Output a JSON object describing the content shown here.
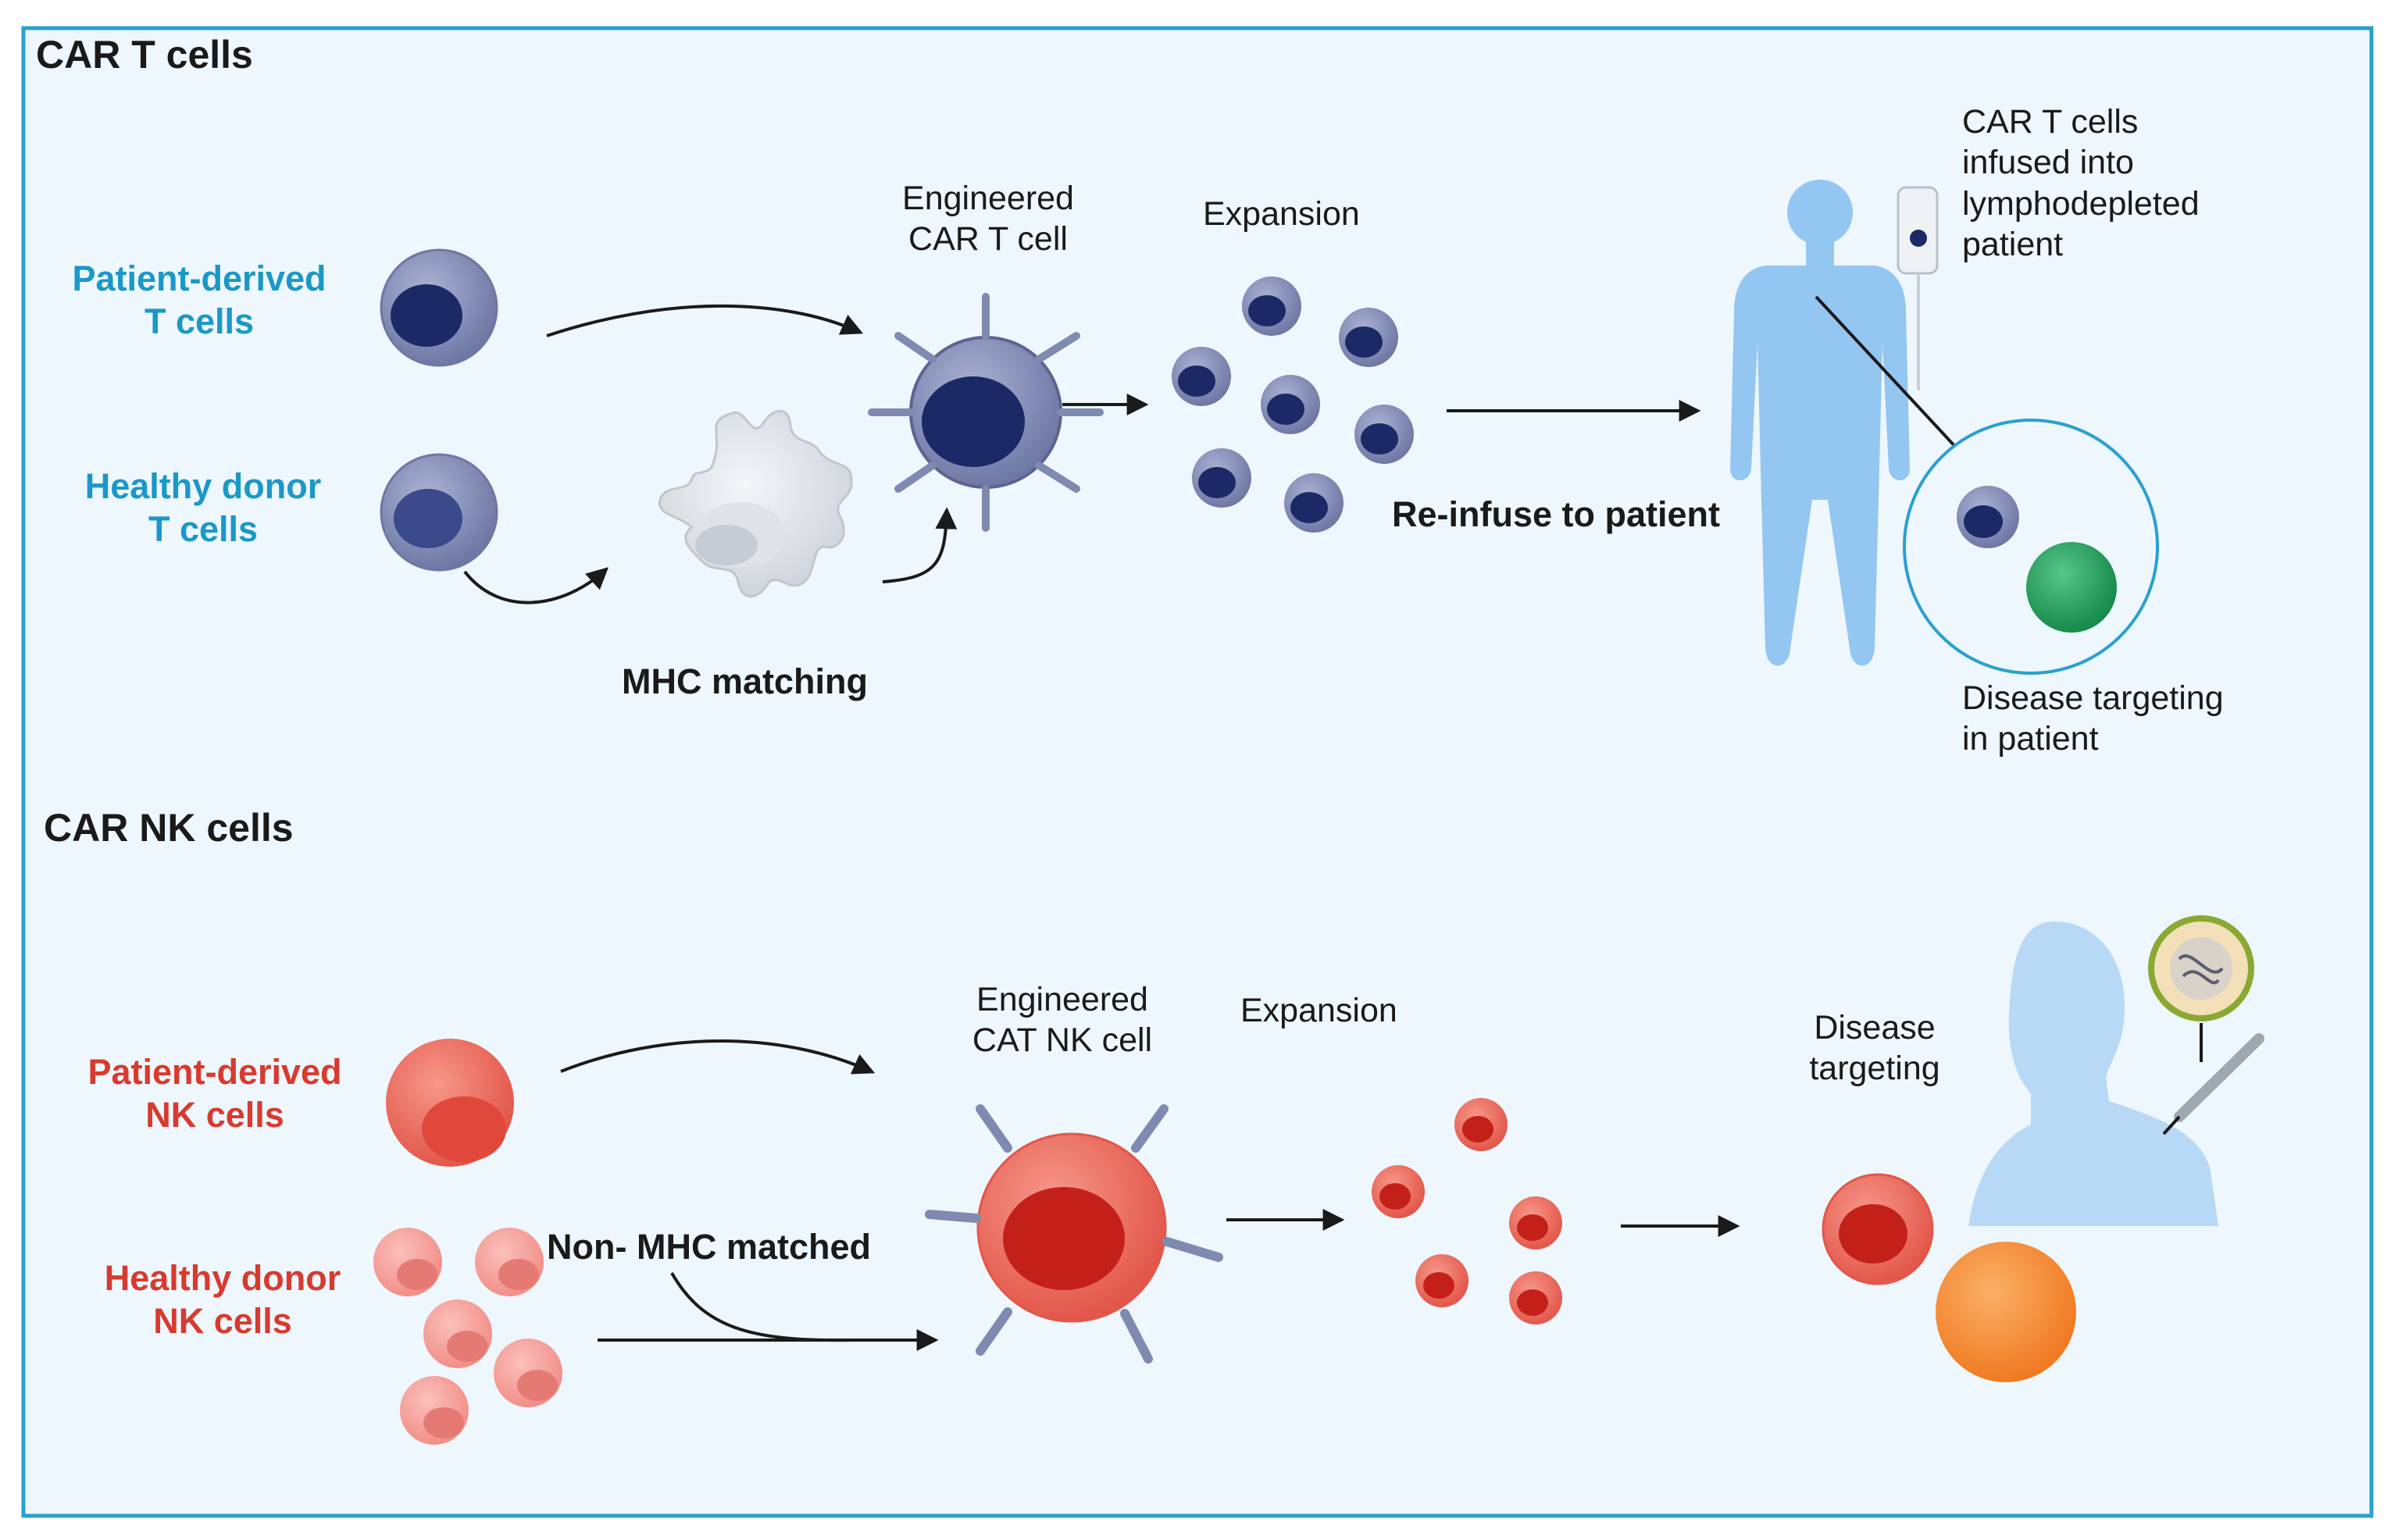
{
  "car_t": {
    "title": "CAR T cells",
    "patient_label_1": "Patient-derived",
    "patient_label_2": "T cells",
    "donor_label_1": "Healthy donor",
    "donor_label_2": "T cells",
    "mhc_label": "MHC matching",
    "engineered_1": "Engineered",
    "engineered_2": "CAR T cell",
    "expansion": "Expansion",
    "reinfuse": "Re-infuse to patient",
    "infused_1": "CAR T cells",
    "infused_2": "infused into",
    "infused_3": "lymphodepleted",
    "infused_4": "patient",
    "targeting_1": "Disease targeting",
    "targeting_2": "in patient"
  },
  "car_nk": {
    "title": "CAR NK cells",
    "patient_label_1": "Patient-derived",
    "patient_label_2": "NK cells",
    "donor_label_1": "Healthy donor",
    "donor_label_2": "NK cells",
    "non_mhc": "Non- MHC matched",
    "engineered_1": "Engineered",
    "engineered_2": "CAT NK cell",
    "expansion": "Expansion",
    "targeting_1": "Disease",
    "targeting_2": "targeting"
  },
  "colors": {
    "panel_bg": "#eef7fd",
    "panel_border": "#2aa0cf",
    "t_cell": "#8a93b8",
    "t_nucleus": "#1b2a66",
    "nk_cell": "#ee6b5a",
    "nk_nucleus": "#c4201a",
    "body": "#94c6f2",
    "target_green": "#1f9b5a",
    "target_orange": "#f58a2e"
  }
}
